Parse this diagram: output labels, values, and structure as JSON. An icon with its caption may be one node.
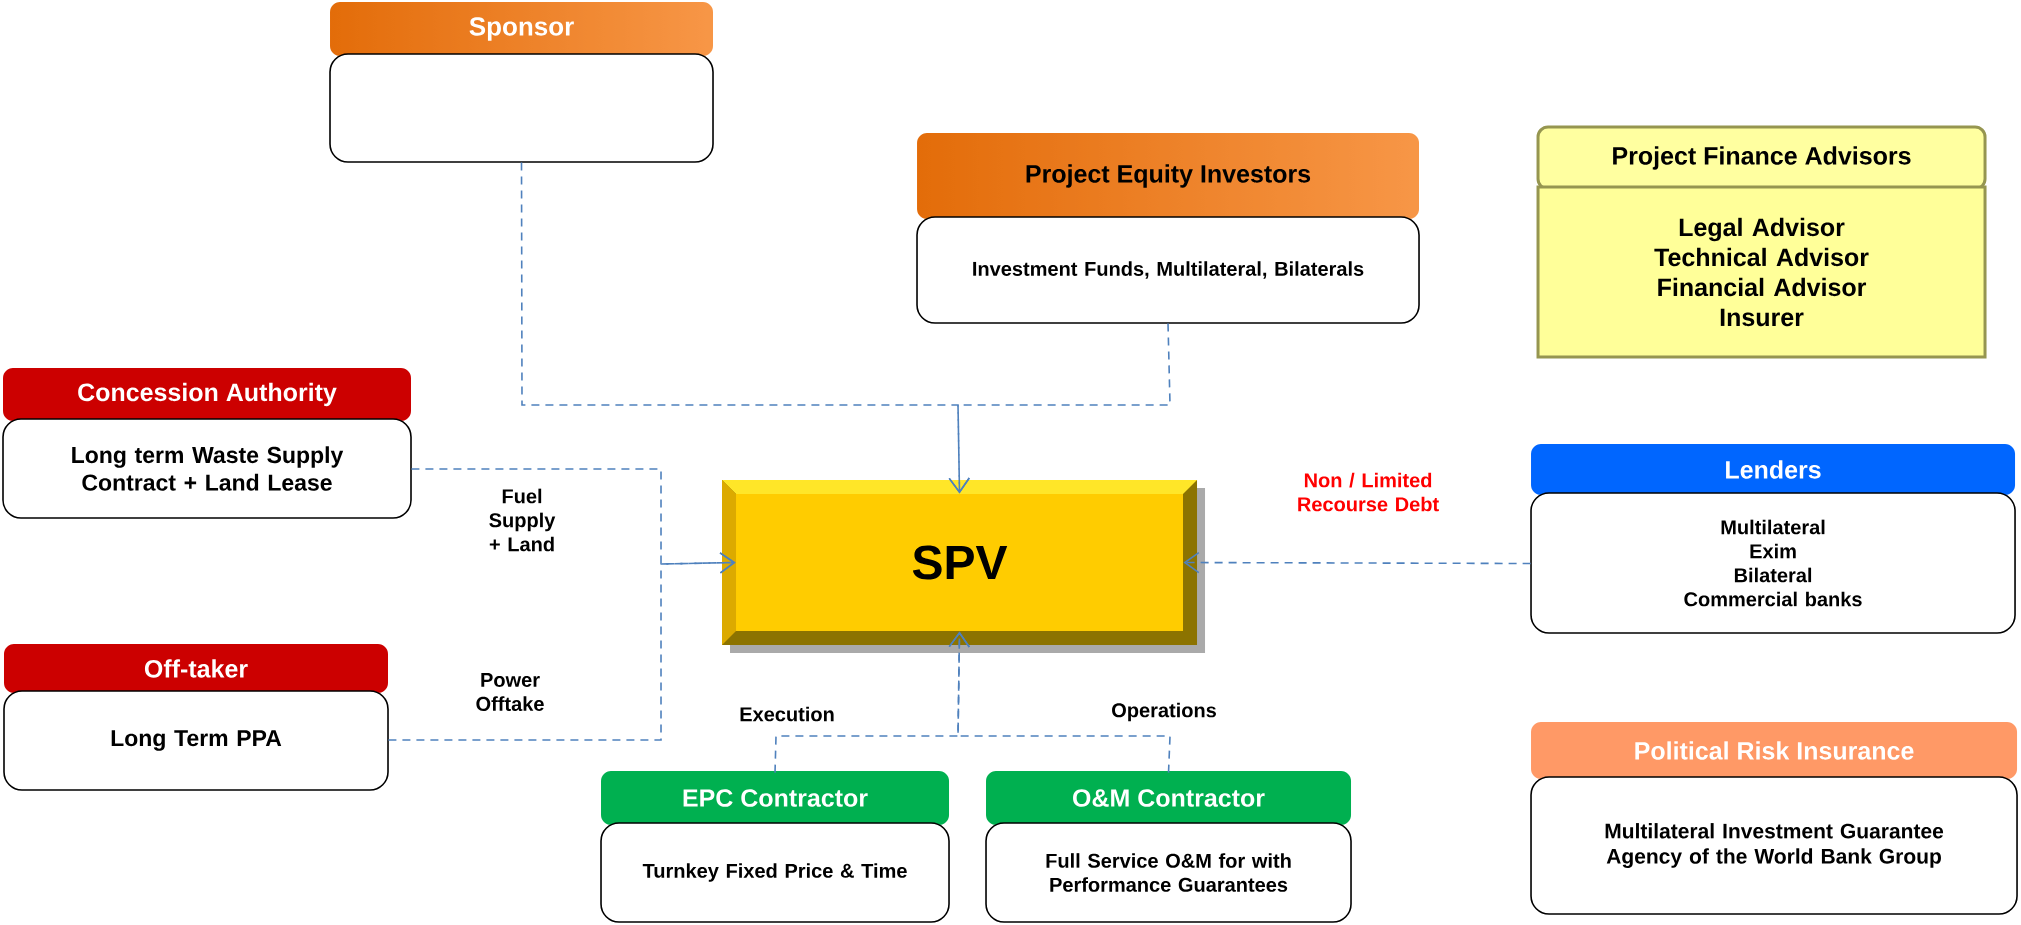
{
  "diagram": {
    "nodes": [
      {
        "text": [
          "Sponsor"
        ]
      },
      {
        "text": [
          "Project Equity Investors",
          "Investment Funds, Multilateral, Bilaterals"
        ]
      },
      {
        "text": [
          "Project Finance Advisors",
          "Legal Advisor",
          "Technical Advisor",
          "Financial Advisor",
          "Insurer"
        ]
      },
      {
        "text": [
          "Concession Authority",
          "Long term Waste Supply Contract + Land Lease"
        ]
      },
      {
        "text": [
          "SPV"
        ]
      },
      {
        "text": [
          "Lenders",
          "Multilateral",
          "Exim",
          "Bilateral",
          "Commercial banks"
        ]
      },
      {
        "text": [
          "Off-taker",
          "Long Term PPA"
        ]
      },
      {
        "text": [
          "EPC Contractor",
          "Turnkey Fixed Price & Time"
        ]
      },
      {
        "text": [
          "O&M Contractor",
          "Full Service O&M for with Performance Guarantees"
        ]
      },
      {
        "text": [
          "Political Risk Insurance",
          "Multilateral Investment Guarantee Agency of the World Bank Group"
        ]
      }
    ],
    "edges": [
      {
        "from": 0,
        "to": 4,
        "arrow": "to",
        "style": "dashed"
      },
      {
        "from": 1,
        "to": 4,
        "arrow": "to",
        "style": "dashed"
      },
      {
        "from": 3,
        "to": 4,
        "arrow": "to",
        "style": "dashed",
        "label": "Fuel Supply + Land"
      },
      {
        "from": 6,
        "to": 4,
        "arrow": "to",
        "style": "dashed",
        "label": "Power Offtake"
      },
      {
        "from": 5,
        "to": 4,
        "arrow": "to",
        "style": "dashed",
        "label": "Non / Limited Recourse Debt"
      },
      {
        "from": 7,
        "to": 4,
        "arrow": "to",
        "style": "dashed",
        "label": "Execution"
      },
      {
        "from": 8,
        "to": 4,
        "arrow": "to",
        "style": "dashed",
        "label": "Operations"
      }
    ]
  }
}
